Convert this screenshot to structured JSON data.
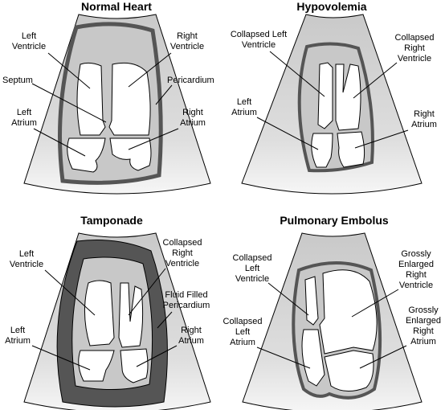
{
  "panels": {
    "normal": {
      "title": "Normal Heart",
      "labels": {
        "left_ventricle": [
          "Left",
          "Ventricle"
        ],
        "right_ventricle": [
          "Right",
          "Ventricle"
        ],
        "septum": [
          "Septum"
        ],
        "pericardium": [
          "Pericardium"
        ],
        "left_atrium": [
          "Left",
          "Atrium"
        ],
        "right_atrium": [
          "Right",
          "Atrium"
        ]
      }
    },
    "hypovolemia": {
      "title": "Hypovolemia",
      "labels": {
        "collapsed_left_ventricle": [
          "Collapsed Left",
          "Ventricle"
        ],
        "collapsed_right_ventricle": [
          "Collapsed",
          "Right",
          "Ventricle"
        ],
        "left_atrium": [
          "Left",
          "Atrium"
        ],
        "right_atrium": [
          "Right",
          "Atrium"
        ]
      }
    },
    "tamponade": {
      "title": "Tamponade",
      "labels": {
        "left_ventricle": [
          "Left",
          "Ventricle"
        ],
        "collapsed_right_ventricle": [
          "Collapsed",
          "Right",
          "Ventricle"
        ],
        "fluid_filled_pericardium": [
          "Fluid Filled",
          "Pericardium"
        ],
        "left_atrium": [
          "Left",
          "Atrium"
        ],
        "right_atrium": [
          "Right",
          "Atrium"
        ]
      }
    },
    "pulmonary_embolus": {
      "title": "Pulmonary Embolus",
      "labels": {
        "collapsed_left_ventricle": [
          "Collapsed",
          "Left",
          "Ventricle"
        ],
        "grossly_enlarged_right_ventricle": [
          "Grossly",
          "Enlarged",
          "Right",
          "Ventricle"
        ],
        "collapsed_left_atrium": [
          "Collapsed",
          "Left",
          "Atrium"
        ],
        "grossly_enlarged_right_atrium": [
          "Grossly",
          "Enlarged",
          "Right",
          "Atrium"
        ]
      }
    }
  },
  "colors": {
    "sector_fill": "#d3d3d3",
    "myocardium": "#c8c8c8",
    "pericardium": "#555555",
    "chamber": "#ffffff",
    "outline": "#000000"
  }
}
